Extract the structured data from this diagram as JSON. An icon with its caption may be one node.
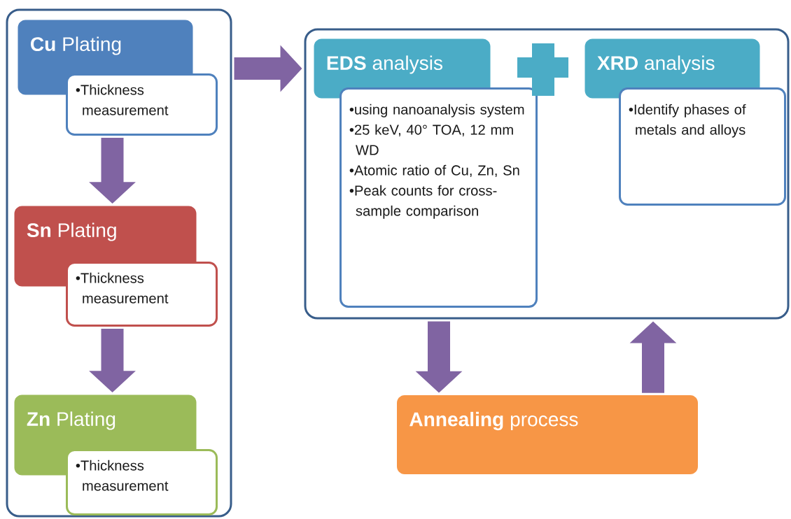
{
  "diagram": {
    "nodes": [
      {
        "text": [],
        "shape": "box"
      },
      {
        "text": [
          "**Cu** Plating"
        ],
        "in": 0
      },
      {
        "text": [
          "•Thickness measurement"
        ],
        "in": 0
      },
      {
        "text": [
          "**Sn** Plating"
        ],
        "in": 0
      },
      {
        "text": [
          "•Thickness measurement"
        ],
        "in": 0
      },
      {
        "text": [
          "**Zn** Plating"
        ],
        "in": 0
      },
      {
        "text": [
          "•Thickness measurement"
        ],
        "in": 0
      },
      {
        "text": [],
        "shape": "box"
      },
      {
        "text": [
          "**EDS** analysis"
        ],
        "in": 7
      },
      {
        "text": [
          "•using nanoanalysis system",
          "•25 keV, 40° TOA, 12 mm WD",
          "•Atomic ratio of Cu, Zn, Sn",
          "•Peak counts for cross-sample comparison"
        ],
        "in": 7
      },
      {
        "text": [
          "**XRD** analysis"
        ],
        "in": 7
      },
      {
        "text": [
          "•Identify phases of metals and alloys"
        ],
        "in": 7
      },
      {
        "text": [
          "**Annealing** process"
        ]
      }
    ],
    "edges": [
      {
        "from": 2,
        "to": 3,
        "arrow": "to"
      },
      {
        "from": 4,
        "to": 5,
        "arrow": "to"
      },
      {
        "from": 0,
        "to": 7,
        "arrow": "to"
      },
      {
        "from": 7,
        "to": 12,
        "arrow": "to"
      },
      {
        "from": 12,
        "to": 7,
        "arrow": "to"
      }
    ]
  }
}
